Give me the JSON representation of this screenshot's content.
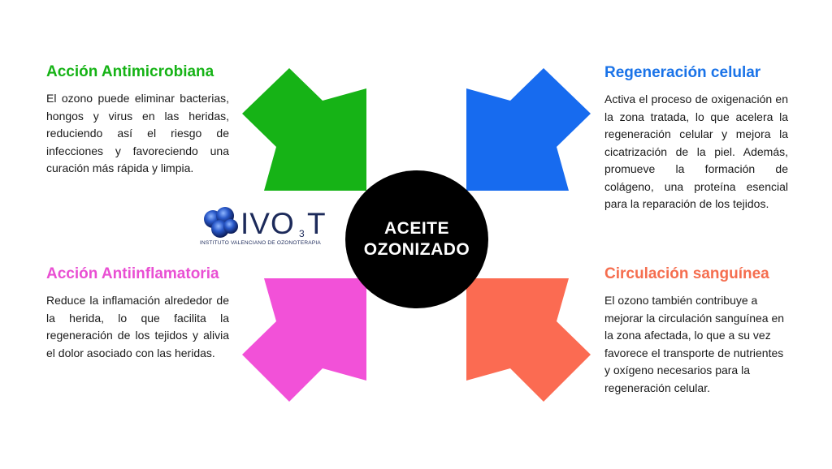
{
  "center": {
    "line1": "ACEITE",
    "line2": "OZONIZADO",
    "color": "#000000"
  },
  "blocks": {
    "top_left": {
      "title": "Acción Antimicrobiana",
      "title_color": "#16b316",
      "text": "El ozono puede eliminar bacterias, hongos y virus en las heridas, reduciendo así el riesgo de infecciones y favoreciendo una curación más rápida y limpia.",
      "arrow_color": "#16b316"
    },
    "top_right": {
      "title": "Regeneración celular",
      "title_color": "#1a73e8",
      "text": "Activa el proceso de oxigenación en la zona tratada, lo que acelera la regeneración celular y mejora la cicatrización de la piel. Además, promueve la formación de colágeno, una proteína esencial para la reparación de los tejidos.",
      "arrow_color": "#176bef"
    },
    "bottom_left": {
      "title": "Acción Antiinflamatoria",
      "title_color": "#e94fd3",
      "text": "Reduce la inflamación alrededor de la herida, lo que facilita la regeneración de los tejidos y alivia el dolor asociado con las heridas.",
      "arrow_color": "#f251d8"
    },
    "bottom_right": {
      "title": "Circulación sanguínea",
      "title_color": "#f56e4f",
      "text": "El ozono también contribuye a mejorar la circulación sanguínea en la zona afectada, lo que a su vez favorece el transporte de nutrientes y oxígeno necesarios para la regeneración celular.",
      "arrow_color": "#fb6b52"
    }
  },
  "logo": {
    "letters": "IVO",
    "letter_t": "T",
    "subscript": "3",
    "tagline": "INSTITUTO VALENCIANO DE OZONOTERAPIA",
    "color": "#1c2a5a"
  }
}
